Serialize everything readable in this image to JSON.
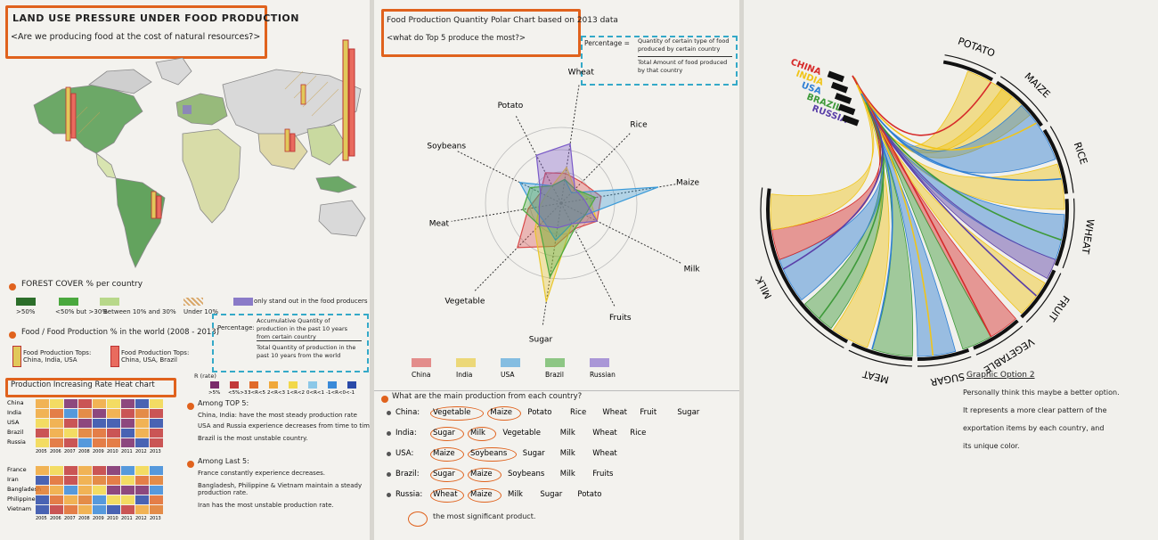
{
  "sheet1": {
    "title": "LAND USE PRESSURE UNDER FOOD PRODUCTION",
    "subtitle": "<Are we producing food at the cost of natural resources?>",
    "legend1_title": "FOREST COVER % per country",
    "legend1_items": [
      ">50%",
      "<50% but >30%",
      "Between 10% and 30%",
      "Under 10%",
      "only stand out in the food producers"
    ],
    "legend2_title": "Food / Food Production % in the world (2008 - 2013)",
    "legend2_items": [
      "Food Production Tops: China, India, USA",
      "Food Production Tops: China, USA, Brazil"
    ],
    "legend2_box_line1": "Percentage:",
    "legend2_box_line2": "Accumulative Quantity of production in the past 10 years from certain country",
    "legend2_box_line3": "Total Quantity of production in the past 10 years from the world",
    "heat_title": "Production Increasing Rate Heat chart",
    "heat_scale_label": "R (rate)",
    "heat_scale": [
      ">5%",
      "<5%>3",
      "3<R<5",
      "2<R<3",
      "1<R<2",
      "0<R<1",
      "-1<R<0",
      "<-1"
    ],
    "top5_countries": [
      "China",
      "India",
      "USA",
      "Brazil",
      "Russia"
    ],
    "last5_countries": [
      "France",
      "Iran",
      "Bangladesh",
      "Philippine",
      "Vietnam"
    ],
    "years": [
      "2005",
      "2006",
      "2007",
      "2008",
      "2009",
      "2010",
      "2011",
      "2012",
      "2013"
    ],
    "notes_top5_title": "Among TOP 5:",
    "notes_top5": [
      "China, India: have the most steady production rate",
      "USA and Russia experience decreases from time to time",
      "Brazil is the most unstable country."
    ],
    "notes_last5_title": "Among Last 5:",
    "notes_last5": [
      "France constantly experience decreases.",
      "Bangladesh, Philippine & Vietnam maintain a steady production rate.",
      "Iran has the most unstable production rate."
    ]
  },
  "sheet2": {
    "title": "Food Production Quantity Polar Chart based on 2013 data",
    "subtitle": "<what do Top 5 produce the most?>",
    "box_line1": "Percentage =",
    "box_line2": "Quantity of certain type of food produced by certain country",
    "box_line3": "Total Amount of food produced by that country",
    "axes": [
      "Wheat",
      "Rice",
      "Maize",
      "Milk",
      "Fruits",
      "Sugar",
      "Vegetable",
      "Meat",
      "Soybeans",
      "Potato"
    ],
    "legend": [
      "China",
      "India",
      "USA",
      "Brazil",
      "Russian"
    ],
    "question": "What are the main production from each country?",
    "rows": [
      {
        "country": "China:",
        "items": [
          "Vegetable",
          "Maize",
          "Potato",
          "Rice",
          "Wheat",
          "Fruit",
          "Sugar"
        ]
      },
      {
        "country": "India:",
        "items": [
          "Sugar",
          "Milk",
          "Vegetable",
          "Milk",
          "Wheat",
          "Rice"
        ]
      },
      {
        "country": "USA:",
        "items": [
          "Maize",
          "Soybeans",
          "Sugar",
          "Milk",
          "Wheat"
        ]
      },
      {
        "country": "Brazil:",
        "items": [
          "Sugar",
          "Maize",
          "Soybeans",
          "Milk",
          "Fruits"
        ]
      },
      {
        "country": "Russia:",
        "items": [
          "Wheat",
          "Maize",
          "Milk",
          "Sugar",
          "Potato"
        ]
      }
    ],
    "footnote": "the most significant product."
  },
  "sheet3": {
    "countries": [
      "CHINA",
      "INDIA",
      "USA",
      "BRAZIL",
      "RUSSIA"
    ],
    "country_colors": [
      "#d62a2a",
      "#f0c419",
      "#2e7fd4",
      "#3e9a3a",
      "#5a3fa8"
    ],
    "segments": [
      "POTATO",
      "MAIZE",
      "RICE",
      "WHEAT",
      "FRUIT",
      "VEGETABLE",
      "SUGAR",
      "MEAT",
      "MILK"
    ],
    "caption_title": "Graphic Option 2",
    "caption_lines": [
      "Personally think this maybe a better option.",
      "It represents a more clear pattern of the",
      "exportation items by each country, and",
      "its unique color."
    ]
  }
}
